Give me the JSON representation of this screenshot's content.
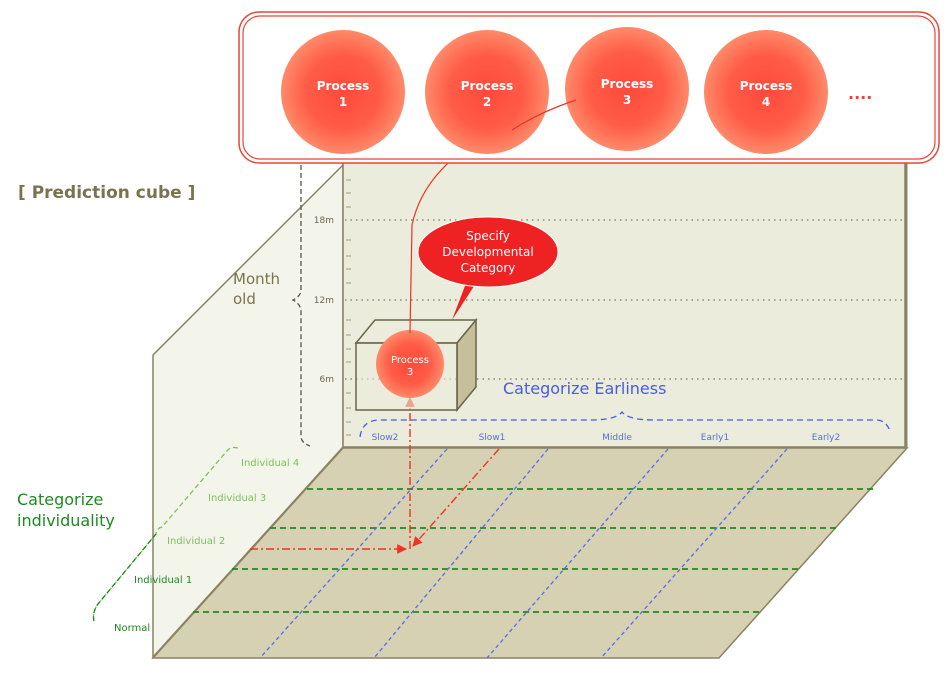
{
  "title": "[ Prediction cube ]",
  "processes": [
    {
      "label": "Process",
      "number": "1"
    },
    {
      "label": "Process",
      "number": "2"
    },
    {
      "label": "Process",
      "number": "3"
    },
    {
      "label": "Process",
      "number": "4"
    }
  ],
  "processes_more": "....",
  "y_axis": {
    "title_line1": "Month",
    "title_line2": "old",
    "ticks": [
      "18m",
      "12m",
      "6m"
    ]
  },
  "callout": {
    "line1": "Specify",
    "line2": "Developmental",
    "line3": "Category"
  },
  "selected_process": {
    "label": "Process",
    "number": "3"
  },
  "earliness": {
    "title": "Categorize Earliness",
    "categories": [
      "Slow2",
      "Slow1",
      "Middle",
      "Early1",
      "Early2"
    ]
  },
  "individuality": {
    "title_line1": "Categorize",
    "title_line2": "individuality",
    "categories": [
      "Individual 4",
      "Individual 3",
      "Individual 2",
      "Individual 1",
      "Normal"
    ]
  },
  "colors": {
    "process_fill": "#ff5a45",
    "process_border": "#e8453a",
    "callout_fill": "#ee2222",
    "wall_back": "#ebecdb",
    "wall_side": "#f3f5ea",
    "floor": "#d6d1b2",
    "edge": "#8a8262",
    "earliness": "#4a5ae8",
    "individuality": "#1f8a1f",
    "selection_path": "#ee3322"
  }
}
